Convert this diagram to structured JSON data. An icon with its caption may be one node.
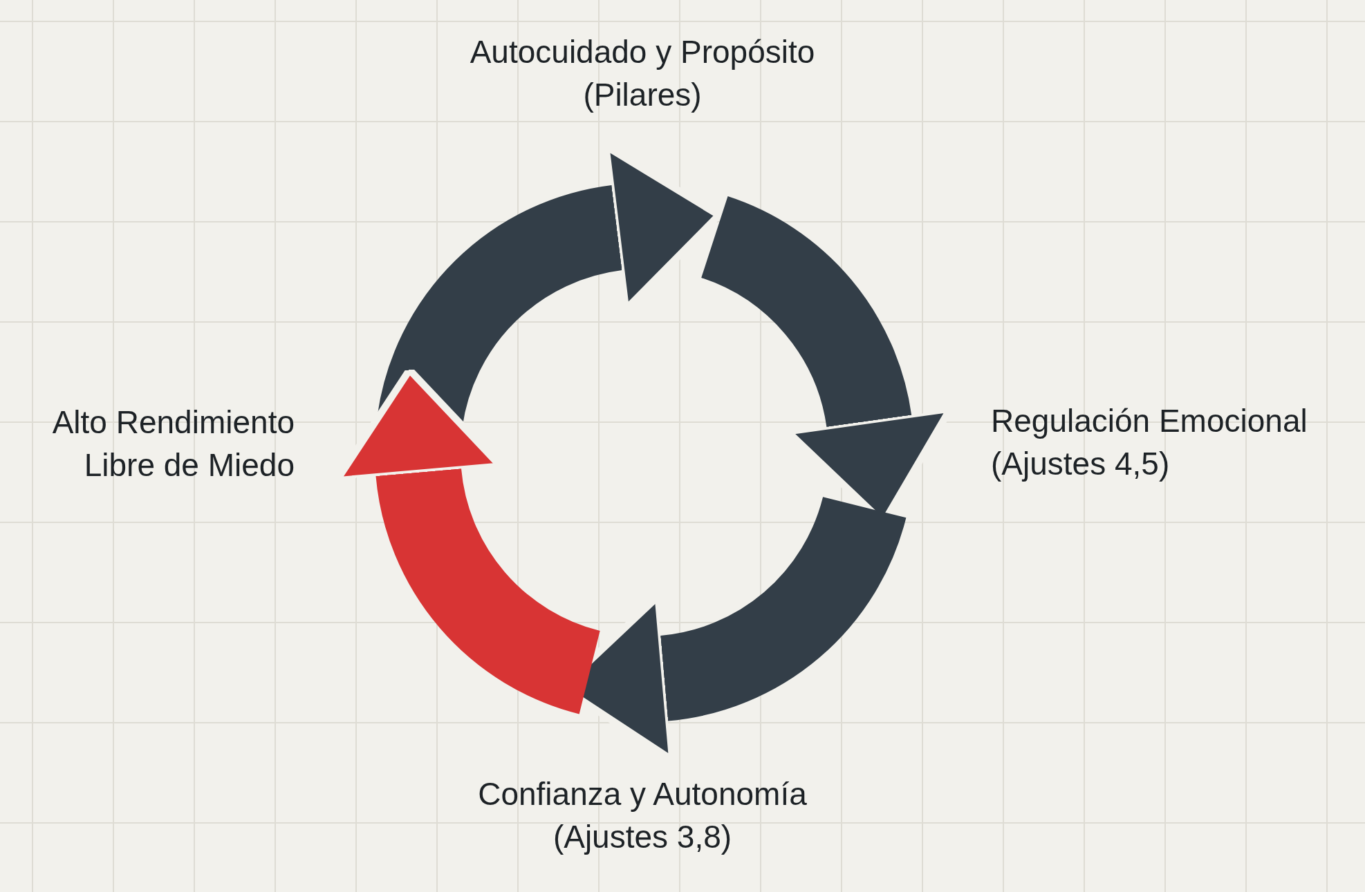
{
  "diagram": {
    "labels": [
      "Autocuidado y Propósito (Pilares)",
      "Alto Rendimiento Libre de Miedo",
      "Regulación Emocional (Ajustes 4,5)",
      "Confianza y Autonomía (Ajustes 3,8)"
    ]
  }
}
